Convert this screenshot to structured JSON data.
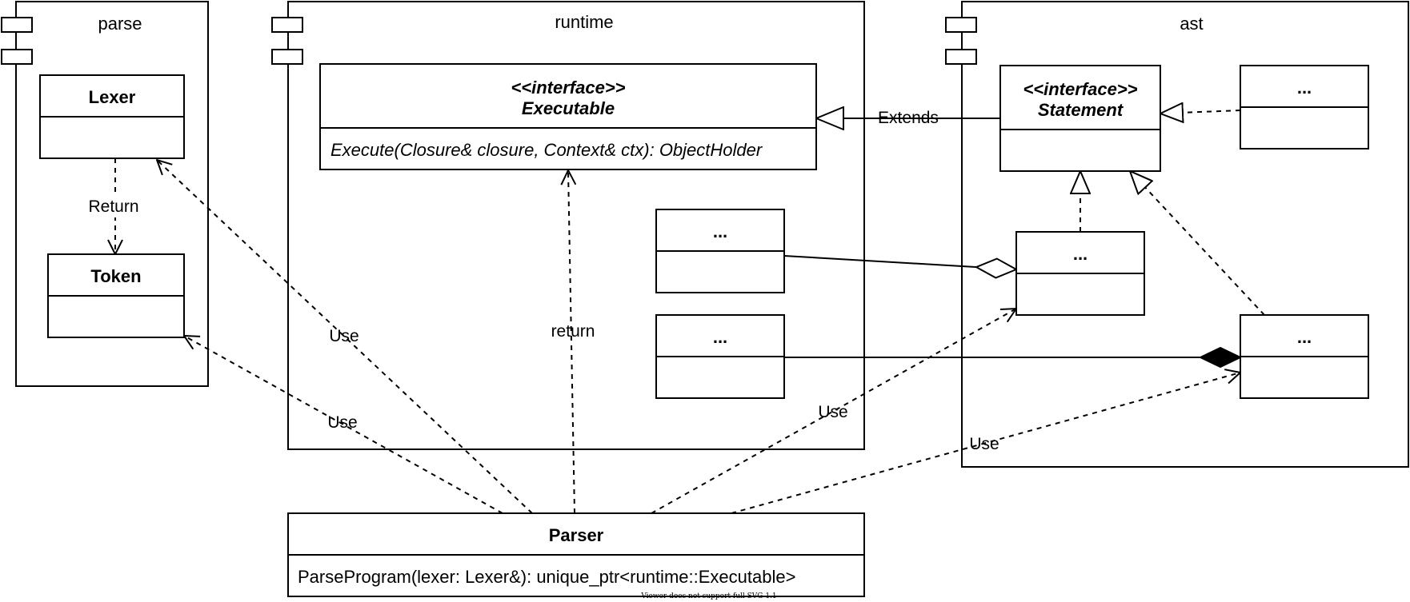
{
  "packages": {
    "parse": "parse",
    "runtime": "runtime",
    "ast": "ast"
  },
  "classes": {
    "lexer": "Lexer",
    "token": "Token",
    "executable_stereotype": "<<interface>>",
    "executable": "Executable",
    "executable_method": "Execute(Closure& closure, Context& ctx): ObjectHolder",
    "runtime_impl_1": "...",
    "runtime_impl_2": "...",
    "statement_stereotype": "<<interface>>",
    "statement": "Statement",
    "ast_impl_top": "...",
    "ast_impl_mid": "...",
    "ast_impl_bottom": "...",
    "parser": "Parser",
    "parser_method": "ParseProgram(lexer: Lexer&): unique_ptr<runtime::Executable>"
  },
  "edges": {
    "lexer_token": "Return",
    "statement_executable": "Extends",
    "parser_lexer": "Use",
    "parser_token": "Use",
    "parser_executable": "return",
    "parser_ast_mid": "Use",
    "parser_ast_bottom": "Use"
  },
  "footer": "Viewer does not support full SVG 1.1"
}
